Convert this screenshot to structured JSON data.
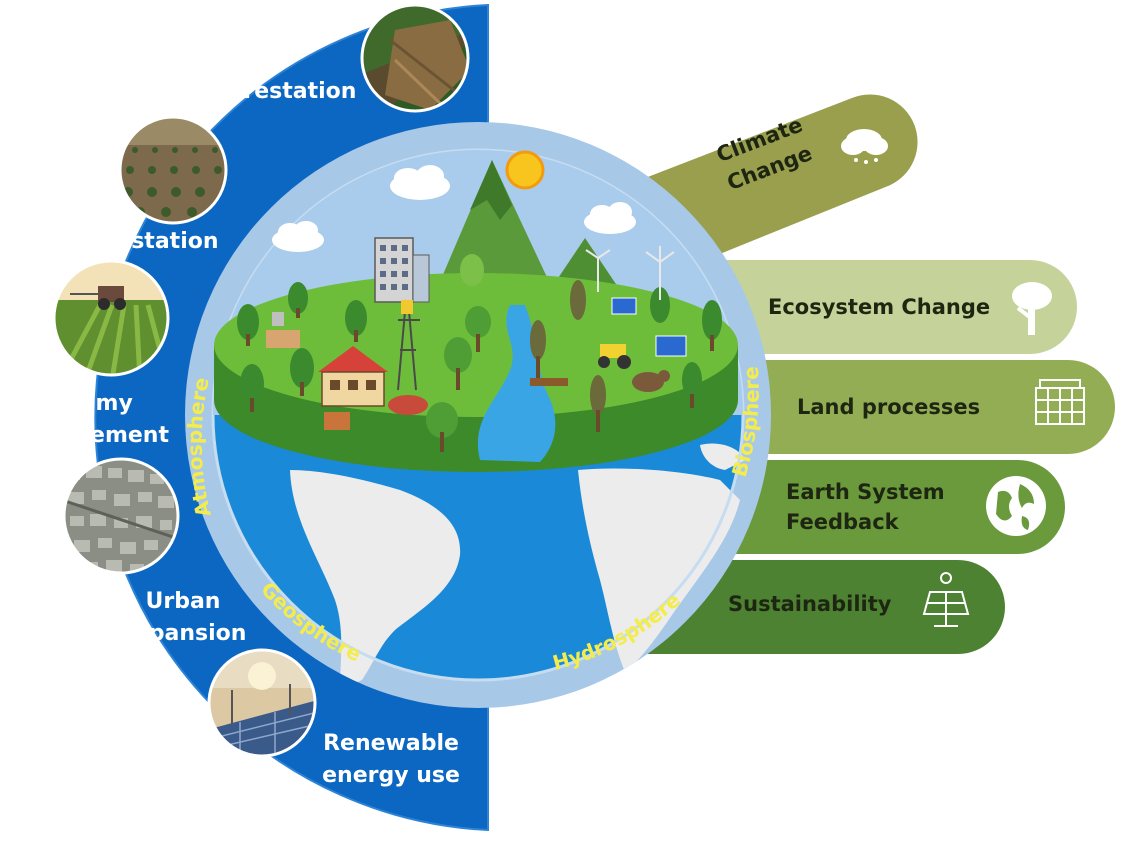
{
  "drivers": [
    {
      "label": "Deforestation",
      "icon": "deforestation-photo"
    },
    {
      "label": "Afforestation",
      "icon": "afforestation-photo"
    },
    {
      "label": "Agronomy\nmanagement",
      "icon": "agronomy-photo"
    },
    {
      "label": "Urban\nexpansion",
      "icon": "urban-photo"
    },
    {
      "label": "Renewable\nenergy use",
      "icon": "renewable-energy-photo"
    }
  ],
  "spheres": {
    "atmosphere": "Atmosphere",
    "geosphere": "Geosphere",
    "hydrosphere": "Hydrosphere",
    "biosphere": "Biosphere"
  },
  "impacts": [
    {
      "label": "Climate\nChange",
      "icon": "cloud-rain-icon",
      "color": "#9a9f4e"
    },
    {
      "label": "Ecosystem Change",
      "icon": "tree-icon",
      "color": "#c5d39a"
    },
    {
      "label": "Land processes",
      "icon": "land-grid-icon",
      "color": "#93ad55"
    },
    {
      "label": "Earth System\nFeedback",
      "icon": "globe-icon",
      "color": "#6a9a3c"
    },
    {
      "label": "Sustainability",
      "icon": "solar-panel-icon",
      "color": "#4c8231"
    }
  ],
  "colors": {
    "left_panel": "#0c67c2",
    "globe_ring": "#a8c8e8",
    "ocean": "#1a8ad8",
    "land_disk": "#6ebd3a",
    "sphere_text": "#f4ec4a"
  }
}
